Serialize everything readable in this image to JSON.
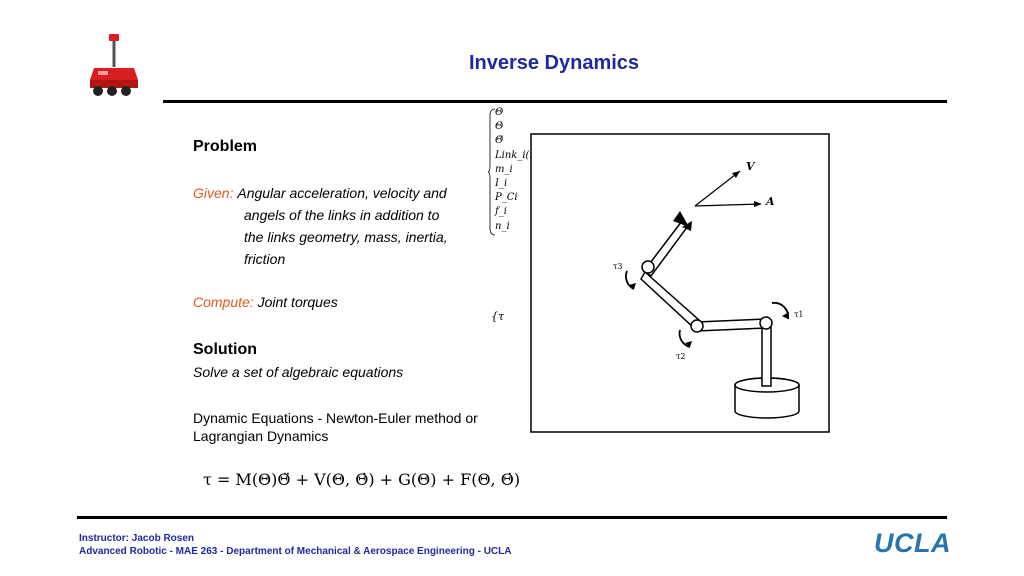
{
  "title": "Inverse Dynamics",
  "problem": {
    "heading": "Problem",
    "given_label": "Given:",
    "given_lines": [
      "Angular acceleration, velocity and",
      "angels of the links in addition to",
      "the links geometry, mass, inertia,",
      "friction"
    ],
    "compute_label": "Compute:",
    "compute_text": "Joint torques"
  },
  "solution": {
    "heading": "Solution",
    "subtext": "Solve a set of algebraic equations",
    "dynamic_line1": "Dynamic Equations - Newton-Euler method or",
    "dynamic_line2": "Lagrangian Dynamics"
  },
  "variables": [
    "Θ",
    "Θ̇",
    "Θ̈",
    "Link_i(x, y, z)",
    "m_i",
    "I_i",
    "P_Ci",
    "f_i",
    "n_i"
  ],
  "output_var": "{τ",
  "equation": "τ = M(Θ)Θ̈ + V(Θ, Θ̇) + G(Θ) + F(Θ, Θ̇)",
  "figure_labels": {
    "v": "V",
    "a": "A",
    "tau1": "τ1",
    "tau2": "τ2",
    "tau3": "τ3"
  },
  "footer": {
    "instructor": "Instructor: Jacob Rosen",
    "course": "Advanced Robotic - MAE 263 - Department of Mechanical & Aerospace Engineering - UCLA",
    "logo_text": "UCLA"
  },
  "colors": {
    "title": "#1f2a9e",
    "accent_orange": "#e05a1b",
    "ucla_blue": "#2774ae",
    "robot_red": "#d81e1e"
  }
}
